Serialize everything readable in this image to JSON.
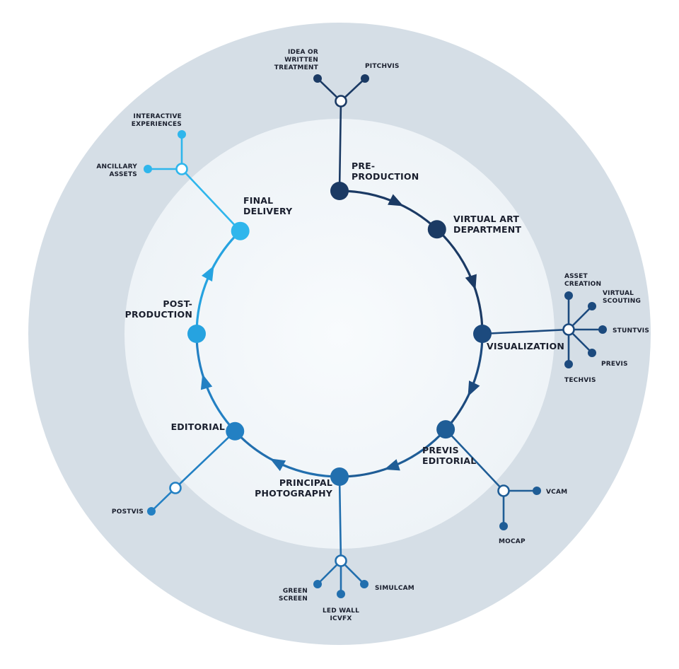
{
  "stages": [
    {
      "id": "pre-production",
      "label": [
        "PRE-",
        "PRODUCTION"
      ],
      "color": "#1b3a64"
    },
    {
      "id": "virtual-art-department",
      "label": [
        "VIRTUAL ART",
        "DEPARTMENT"
      ],
      "color": "#1b3a64"
    },
    {
      "id": "visualization",
      "label": [
        "VISUALIZATION"
      ],
      "color": "#1c4a7e"
    },
    {
      "id": "previs-editorial",
      "label": [
        "PREVIS",
        "EDITORIAL"
      ],
      "color": "#1f5d96"
    },
    {
      "id": "principal-photography",
      "label": [
        "PRINCIPAL",
        "PHOTOGRAPHY"
      ],
      "color": "#226fae"
    },
    {
      "id": "editorial",
      "label": [
        "EDITORIAL"
      ],
      "color": "#2380c3"
    },
    {
      "id": "post-production",
      "label": [
        "POST-",
        "PRODUCTION"
      ],
      "color": "#26a3e0"
    },
    {
      "id": "final-delivery",
      "label": [
        "FINAL",
        "DELIVERY"
      ],
      "color": "#2fb6ec"
    }
  ],
  "branches": [
    {
      "stage": "pre-production",
      "color": "#1b3a64",
      "leaves": [
        {
          "id": "idea-or-written-treatment",
          "label": [
            "IDEA OR",
            "WRITTEN",
            "TREATMENT"
          ]
        },
        {
          "id": "pitchvis",
          "label": [
            "PITCHVIS"
          ]
        }
      ]
    },
    {
      "stage": "visualization",
      "color": "#1c4a7e",
      "leaves": [
        {
          "id": "asset-creation",
          "label": [
            "ASSET",
            "CREATION"
          ]
        },
        {
          "id": "virtual-scouting",
          "label": [
            "VIRTUAL",
            "SCOUTING"
          ]
        },
        {
          "id": "stuntvis",
          "label": [
            "STUNTVIS"
          ]
        },
        {
          "id": "previs",
          "label": [
            "PREVIS"
          ]
        },
        {
          "id": "techvis",
          "label": [
            "TECHVIS"
          ]
        }
      ]
    },
    {
      "stage": "previs-editorial",
      "color": "#1f5d96",
      "leaves": [
        {
          "id": "vcam",
          "label": [
            "VCAM"
          ]
        },
        {
          "id": "mocap",
          "label": [
            "MOCAP"
          ]
        }
      ]
    },
    {
      "stage": "principal-photography",
      "color": "#226fae",
      "leaves": [
        {
          "id": "green-screen",
          "label": [
            "GREEN",
            "SCREEN"
          ]
        },
        {
          "id": "led-wall-icvfx",
          "label": [
            "LED WALL",
            "ICVFX"
          ]
        },
        {
          "id": "simulcam",
          "label": [
            "SIMULCAM"
          ]
        }
      ]
    },
    {
      "stage": "editorial",
      "color": "#2380c3",
      "leaves": [
        {
          "id": "postvis",
          "label": [
            "POSTVIS"
          ]
        }
      ]
    },
    {
      "stage": "final-delivery",
      "color": "#2fb6ec",
      "leaves": [
        {
          "id": "interactive-experiences",
          "label": [
            "INTERACTIVE",
            "EXPERIENCES"
          ]
        },
        {
          "id": "ancillary-assets",
          "label": [
            "ANCILLARY",
            "ASSETS"
          ]
        }
      ]
    }
  ],
  "colors": {
    "outer_ring": "#d5dee6",
    "inner_disc": "#f3f7fa",
    "label_text": "#1a1f2e"
  }
}
